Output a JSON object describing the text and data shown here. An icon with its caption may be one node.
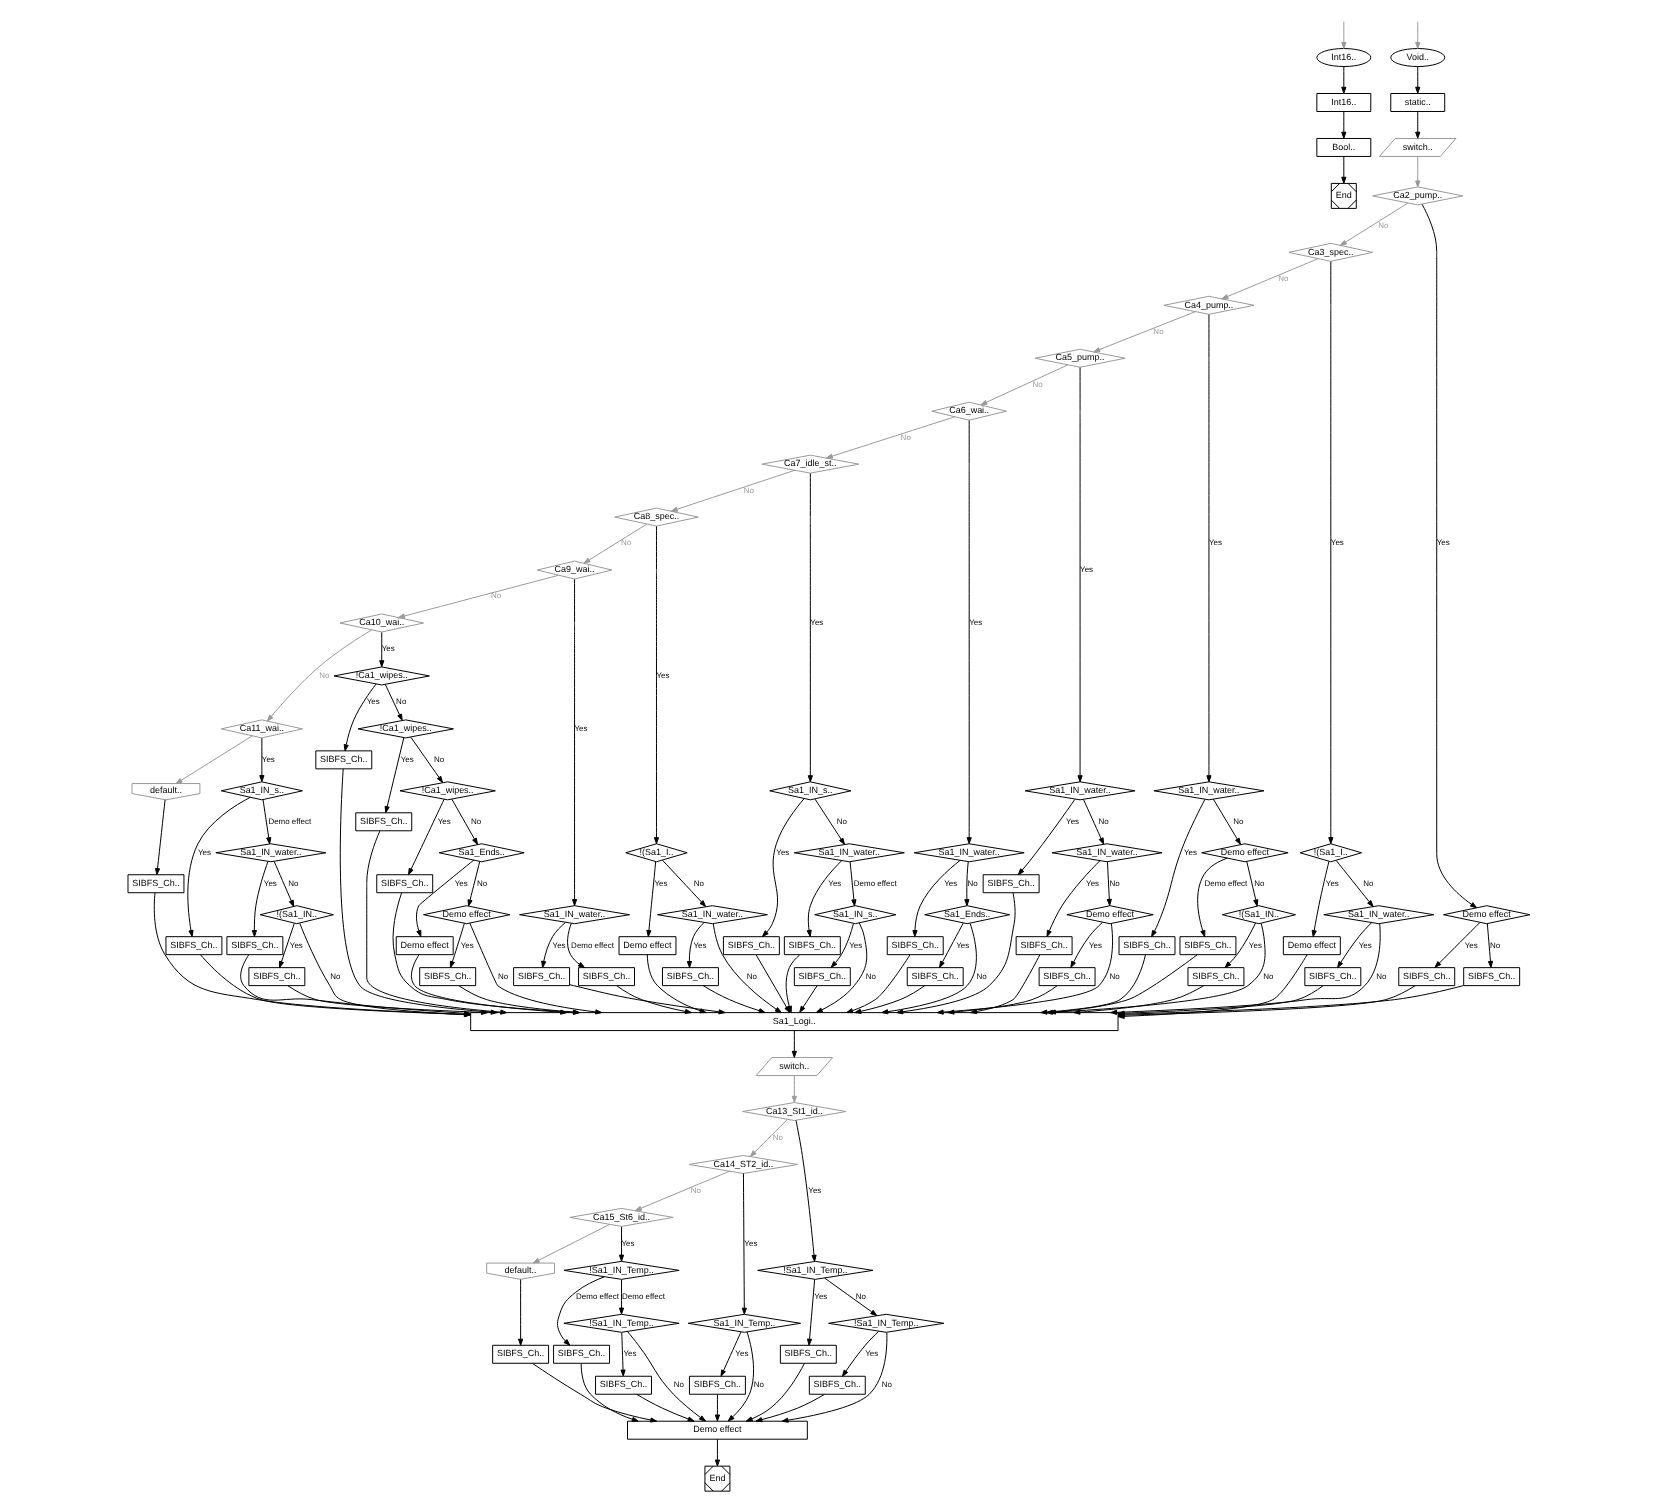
{
  "diagram": {
    "nodes": [
      {
        "text": [
          "Int16.."
        ]
      },
      {
        "text": [
          "Int16.."
        ]
      },
      {
        "text": [
          "Bool.."
        ]
      },
      {
        "text": [
          "End"
        ]
      },
      {
        "text": [
          "Void.."
        ]
      },
      {
        "text": [
          "static.."
        ]
      },
      {
        "text": [
          "switch.."
        ]
      },
      {
        "text": [
          "Ca2_pump.."
        ]
      },
      {
        "text": [
          "Ca3_spec.."
        ]
      },
      {
        "text": [
          "Ca4_pump.."
        ]
      },
      {
        "text": [
          "Ca5_pump.."
        ]
      },
      {
        "text": [
          "Ca6_wai.."
        ]
      },
      {
        "text": [
          "Ca7_idle_st.."
        ]
      },
      {
        "text": [
          "Ca8_spec.."
        ]
      },
      {
        "text": [
          "Ca9_wai.."
        ]
      },
      {
        "text": [
          "Ca10_wai.."
        ]
      },
      {
        "text": [
          "Ca11_wai.."
        ]
      },
      {
        "text": [
          "default.."
        ]
      },
      {
        "text": [
          "SIBFS_Ch.."
        ]
      },
      {
        "text": [
          "Sa1_IN_s.."
        ]
      },
      {
        "text": [
          "SIBFS_Ch.."
        ]
      },
      {
        "text": [
          "Sa1_IN_water.."
        ]
      },
      {
        "text": [
          "SIBFS_Ch.."
        ]
      },
      {
        "text": [
          "!(Sa1_IN.."
        ]
      },
      {
        "text": [
          "SIBFS_Ch.."
        ]
      },
      {
        "text": [
          "!Ca1_wipes.."
        ]
      },
      {
        "text": [
          "SIBFS_Ch.."
        ]
      },
      {
        "text": [
          "!Ca1_wipes.."
        ]
      },
      {
        "text": [
          "SIBFS_Ch.."
        ]
      },
      {
        "text": [
          "!Ca1_wipes.."
        ]
      },
      {
        "text": [
          "SIBFS_Ch.."
        ]
      },
      {
        "text": [
          "Sa1_Ends.."
        ]
      },
      {
        "text": [
          "Demo effect"
        ]
      },
      {
        "text": [
          "Demo effect"
        ]
      },
      {
        "text": [
          "SIBFS_Ch.."
        ]
      },
      {
        "text": [
          "Sa1_IN_water.."
        ]
      },
      {
        "text": [
          "SIBFS_Ch.."
        ]
      },
      {
        "text": [
          "SIBFS_Ch.."
        ]
      },
      {
        "text": [
          "!(Sa1_I.."
        ]
      },
      {
        "text": [
          "Demo effect"
        ]
      },
      {
        "text": [
          "Sa1_IN_water.."
        ]
      },
      {
        "text": [
          "SIBFS_Ch.."
        ]
      },
      {
        "text": [
          "Sa1_IN_s.."
        ]
      },
      {
        "text": [
          "SIBFS_Ch.."
        ]
      },
      {
        "text": [
          "Sa1_IN_water.."
        ]
      },
      {
        "text": [
          "SIBFS_Ch.."
        ]
      },
      {
        "text": [
          "Sa1_IN_s.."
        ]
      },
      {
        "text": [
          "SIBFS_Ch.."
        ]
      },
      {
        "text": [
          "Sa1_IN_water.."
        ]
      },
      {
        "text": [
          "SIBFS_Ch.."
        ]
      },
      {
        "text": [
          "Sa1_Ends.."
        ]
      },
      {
        "text": [
          "SIBFS_Ch.."
        ]
      },
      {
        "text": [
          "Sa1_IN_water.."
        ]
      },
      {
        "text": [
          "SIBFS_Ch.."
        ]
      },
      {
        "text": [
          "Sa1_IN_water.."
        ]
      },
      {
        "text": [
          "SIBFS_Ch.."
        ]
      },
      {
        "text": [
          "Demo effect"
        ]
      },
      {
        "text": [
          "SIBFS_Ch.."
        ]
      },
      {
        "text": [
          "Sa1_IN_water.."
        ]
      },
      {
        "text": [
          "SIBFS_Ch.."
        ]
      },
      {
        "text": [
          "Demo effect"
        ]
      },
      {
        "text": [
          "SIBFS_Ch.."
        ]
      },
      {
        "text": [
          "!(Sa1_IN.."
        ]
      },
      {
        "text": [
          "SIBFS_Ch.."
        ]
      },
      {
        "text": [
          "!(Sa1_I.."
        ]
      },
      {
        "text": [
          "Demo effect"
        ]
      },
      {
        "text": [
          "Sa1_IN_water.."
        ]
      },
      {
        "text": [
          "SIBFS_Ch.."
        ]
      },
      {
        "text": [
          "Demo effect"
        ]
      },
      {
        "text": [
          "SIBFS_Ch.."
        ]
      },
      {
        "text": [
          "SIBFS_Ch.."
        ]
      },
      {
        "text": [
          "Sa1_Logi.."
        ]
      },
      {
        "text": [
          "switch.."
        ]
      },
      {
        "text": [
          "Ca13_St1_id.."
        ]
      },
      {
        "text": [
          "Ca14_ST2_id.."
        ]
      },
      {
        "text": [
          "Ca15_St6_id.."
        ]
      },
      {
        "text": [
          "default.."
        ]
      },
      {
        "text": [
          "SIBFS_Ch.."
        ]
      },
      {
        "text": [
          "!Sa1_IN_Temp.."
        ]
      },
      {
        "text": [
          "SIBFS_Ch.."
        ]
      },
      {
        "text": [
          "!Sa1_IN_Temp.."
        ]
      },
      {
        "text": [
          "SIBFS_Ch.."
        ]
      },
      {
        "text": [
          "Sa1_IN_Temp.."
        ]
      },
      {
        "text": [
          "SIBFS_Ch.."
        ]
      },
      {
        "text": [
          "!Sa1_IN_Temp.."
        ]
      },
      {
        "text": [
          "SIBFS_Ch.."
        ]
      },
      {
        "text": [
          "!Sa1_IN_Temp.."
        ]
      },
      {
        "text": [
          "SIBFS_Ch.."
        ]
      },
      {
        "text": [
          "Demo effect"
        ]
      },
      {
        "text": [
          "End"
        ]
      }
    ],
    "edges": [
      {
        "from": null,
        "to": 0,
        "arrow": "to",
        "color": "#999999"
      },
      {
        "from": 0,
        "to": 1,
        "arrow": "to"
      },
      {
        "from": 1,
        "to": 2,
        "arrow": "to"
      },
      {
        "from": 2,
        "to": 3,
        "arrow": "to"
      },
      {
        "from": null,
        "to": 4,
        "arrow": "to",
        "color": "#999999"
      },
      {
        "from": 4,
        "to": 5,
        "arrow": "to"
      },
      {
        "from": 5,
        "to": 6,
        "arrow": "to"
      },
      {
        "from": 6,
        "to": 7,
        "arrow": "to",
        "color": "#999999"
      },
      {
        "from": 7,
        "to": 8,
        "arrow": "to",
        "label": "No",
        "color": "#999999"
      },
      {
        "from": 8,
        "to": 9,
        "arrow": "to",
        "label": "No",
        "color": "#999999"
      },
      {
        "from": 9,
        "to": 10,
        "arrow": "to",
        "label": "No",
        "color": "#999999"
      },
      {
        "from": 10,
        "to": 11,
        "arrow": "to",
        "label": "No",
        "color": "#999999"
      },
      {
        "from": 11,
        "to": 12,
        "arrow": "to",
        "label": "No",
        "color": "#999999"
      },
      {
        "from": 12,
        "to": 13,
        "arrow": "to",
        "label": "No",
        "color": "#999999"
      },
      {
        "from": 13,
        "to": 14,
        "arrow": "to",
        "label": "No",
        "color": "#999999"
      },
      {
        "from": 14,
        "to": 15,
        "arrow": "to",
        "label": "No",
        "color": "#999999"
      },
      {
        "from": 15,
        "to": 16,
        "arrow": "to",
        "label": "No",
        "color": "#999999"
      },
      {
        "from": 16,
        "to": 17,
        "arrow": "to",
        "color": "#999999"
      },
      {
        "from": 7,
        "to": 68,
        "arrow": "to",
        "label": "Yes"
      },
      {
        "from": 8,
        "to": 64,
        "arrow": "to",
        "label": "Yes"
      },
      {
        "from": 9,
        "to": 58,
        "arrow": "to",
        "label": "Yes"
      },
      {
        "from": 10,
        "to": 52,
        "arrow": "to",
        "label": "Yes"
      },
      {
        "from": 11,
        "to": 48,
        "arrow": "to",
        "label": "Yes"
      },
      {
        "from": 12,
        "to": 42,
        "arrow": "to",
        "label": "Yes"
      },
      {
        "from": 13,
        "to": 38,
        "arrow": "to",
        "label": "Yes"
      },
      {
        "from": 14,
        "to": 35,
        "arrow": "to",
        "label": "Yes"
      },
      {
        "from": 15,
        "to": 25,
        "arrow": "to",
        "label": "Yes"
      },
      {
        "from": 16,
        "to": 19,
        "arrow": "to",
        "label": "Yes"
      },
      {
        "from": 17,
        "to": 18,
        "arrow": "to"
      },
      {
        "from": 19,
        "to": 20,
        "arrow": "to",
        "label": "Yes"
      },
      {
        "from": 19,
        "to": 21,
        "arrow": "to",
        "label": "Demo effect"
      },
      {
        "from": 21,
        "to": 22,
        "arrow": "to",
        "label": "Yes"
      },
      {
        "from": 21,
        "to": 23,
        "arrow": "to",
        "label": "No"
      },
      {
        "from": 23,
        "to": 24,
        "arrow": "to",
        "label": "Yes"
      },
      {
        "from": 23,
        "to": 71,
        "arrow": "to",
        "label": "No"
      },
      {
        "from": 25,
        "to": 26,
        "arrow": "to",
        "label": "Yes"
      },
      {
        "from": 25,
        "to": 27,
        "arrow": "to",
        "label": "No"
      },
      {
        "from": 27,
        "to": 28,
        "arrow": "to",
        "label": "Yes"
      },
      {
        "from": 27,
        "to": 29,
        "arrow": "to",
        "label": "No"
      },
      {
        "from": 29,
        "to": 30,
        "arrow": "to",
        "label": "Yes"
      },
      {
        "from": 29,
        "to": 31,
        "arrow": "to",
        "label": "No"
      },
      {
        "from": 31,
        "to": 32,
        "arrow": "to",
        "label": "Yes"
      },
      {
        "from": 31,
        "to": 33,
        "arrow": "to",
        "label": "No"
      },
      {
        "from": 33,
        "to": 34,
        "arrow": "to",
        "label": "Yes"
      },
      {
        "from": 33,
        "to": 71,
        "arrow": "to",
        "label": "No"
      },
      {
        "from": 35,
        "to": 36,
        "arrow": "to",
        "label": "Yes"
      },
      {
        "from": 35,
        "to": 37,
        "arrow": "to",
        "label": "Demo effect"
      },
      {
        "from": 38,
        "to": 39,
        "arrow": "to",
        "label": "Yes"
      },
      {
        "from": 38,
        "to": 40,
        "arrow": "to",
        "label": "No"
      },
      {
        "from": 40,
        "to": 41,
        "arrow": "to",
        "label": "Yes"
      },
      {
        "from": 40,
        "to": 71,
        "arrow": "to",
        "label": "No"
      },
      {
        "from": 42,
        "to": 43,
        "arrow": "to",
        "label": "Yes"
      },
      {
        "from": 42,
        "to": 44,
        "arrow": "to",
        "label": "No"
      },
      {
        "from": 44,
        "to": 45,
        "arrow": "to",
        "label": "Yes"
      },
      {
        "from": 44,
        "to": 46,
        "arrow": "to",
        "label": "Demo effect"
      },
      {
        "from": 46,
        "to": 47,
        "arrow": "to",
        "label": "Yes"
      },
      {
        "from": 46,
        "to": 71,
        "arrow": "to",
        "label": "No"
      },
      {
        "from": 48,
        "to": 49,
        "arrow": "to",
        "label": "Yes"
      },
      {
        "from": 48,
        "to": 50,
        "arrow": "to",
        "label": "No"
      },
      {
        "from": 50,
        "to": 51,
        "arrow": "to",
        "label": "Yes"
      },
      {
        "from": 50,
        "to": 71,
        "arrow": "to",
        "label": "No"
      },
      {
        "from": 52,
        "to": 53,
        "arrow": "to",
        "label": "Yes"
      },
      {
        "from": 52,
        "to": 54,
        "arrow": "to",
        "label": "No"
      },
      {
        "from": 54,
        "to": 55,
        "arrow": "to",
        "label": "Yes"
      },
      {
        "from": 54,
        "to": 56,
        "arrow": "to",
        "label": "No"
      },
      {
        "from": 56,
        "to": 57,
        "arrow": "to",
        "label": "Yes"
      },
      {
        "from": 56,
        "to": 71,
        "arrow": "to",
        "label": "No"
      },
      {
        "from": 58,
        "to": 59,
        "arrow": "to",
        "label": "Yes"
      },
      {
        "from": 58,
        "to": 60,
        "arrow": "to",
        "label": "No"
      },
      {
        "from": 60,
        "to": 61,
        "arrow": "to",
        "label": "Demo effect"
      },
      {
        "from": 60,
        "to": 62,
        "arrow": "to",
        "label": "No"
      },
      {
        "from": 62,
        "to": 63,
        "arrow": "to",
        "label": "Yes"
      },
      {
        "from": 62,
        "to": 71,
        "arrow": "to",
        "label": "No"
      },
      {
        "from": 64,
        "to": 65,
        "arrow": "to",
        "label": "Yes"
      },
      {
        "from": 64,
        "to": 66,
        "arrow": "to",
        "label": "No"
      },
      {
        "from": 66,
        "to": 67,
        "arrow": "to",
        "label": "Yes"
      },
      {
        "from": 66,
        "to": 71,
        "arrow": "to",
        "label": "No"
      },
      {
        "from": 68,
        "to": 69,
        "arrow": "to",
        "label": "Yes"
      },
      {
        "from": 68,
        "to": 70,
        "arrow": "to",
        "label": "No"
      },
      {
        "from": 18,
        "to": 71,
        "arrow": "to"
      },
      {
        "from": 20,
        "to": 71,
        "arrow": "to"
      },
      {
        "from": 22,
        "to": 71,
        "arrow": "to"
      },
      {
        "from": 24,
        "to": 71,
        "arrow": "to"
      },
      {
        "from": 26,
        "to": 71,
        "arrow": "to"
      },
      {
        "from": 28,
        "to": 71,
        "arrow": "to"
      },
      {
        "from": 30,
        "to": 71,
        "arrow": "to"
      },
      {
        "from": 32,
        "to": 71,
        "arrow": "to"
      },
      {
        "from": 34,
        "to": 71,
        "arrow": "to"
      },
      {
        "from": 36,
        "to": 71,
        "arrow": "to"
      },
      {
        "from": 37,
        "to": 71,
        "arrow": "to"
      },
      {
        "from": 39,
        "to": 71,
        "arrow": "to"
      },
      {
        "from": 41,
        "to": 71,
        "arrow": "to"
      },
      {
        "from": 43,
        "to": 71,
        "arrow": "to"
      },
      {
        "from": 45,
        "to": 71,
        "arrow": "to"
      },
      {
        "from": 47,
        "to": 71,
        "arrow": "to"
      },
      {
        "from": 49,
        "to": 71,
        "arrow": "to"
      },
      {
        "from": 51,
        "to": 71,
        "arrow": "to"
      },
      {
        "from": 53,
        "to": 71,
        "arrow": "to"
      },
      {
        "from": 55,
        "to": 71,
        "arrow": "to"
      },
      {
        "from": 57,
        "to": 71,
        "arrow": "to"
      },
      {
        "from": 59,
        "to": 71,
        "arrow": "to"
      },
      {
        "from": 61,
        "to": 71,
        "arrow": "to"
      },
      {
        "from": 63,
        "to": 71,
        "arrow": "to"
      },
      {
        "from": 65,
        "to": 71,
        "arrow": "to"
      },
      {
        "from": 67,
        "to": 71,
        "arrow": "to"
      },
      {
        "from": 69,
        "to": 71,
        "arrow": "to"
      },
      {
        "from": 70,
        "to": 71,
        "arrow": "to"
      },
      {
        "from": 71,
        "to": 72,
        "arrow": "to"
      },
      {
        "from": 72,
        "to": 73,
        "arrow": "to",
        "color": "#999999"
      },
      {
        "from": 73,
        "to": 74,
        "arrow": "to",
        "label": "No",
        "color": "#999999"
      },
      {
        "from": 74,
        "to": 75,
        "arrow": "to",
        "label": "No",
        "color": "#999999"
      },
      {
        "from": 75,
        "to": 76,
        "arrow": "to",
        "color": "#999999"
      },
      {
        "from": 73,
        "to": 84,
        "arrow": "to",
        "label": "Yes"
      },
      {
        "from": 74,
        "to": 82,
        "arrow": "to",
        "label": "Yes"
      },
      {
        "from": 75,
        "to": 78,
        "arrow": "to",
        "label": "Yes"
      },
      {
        "from": 76,
        "to": 77,
        "arrow": "to"
      },
      {
        "from": 78,
        "to": 79,
        "arrow": "to",
        "label": "Demo effect"
      },
      {
        "from": 78,
        "to": 80,
        "arrow": "to",
        "label": "Demo effect"
      },
      {
        "from": 80,
        "to": 88,
        "arrow": "to",
        "label": "No"
      },
      {
        "from": 80,
        "to": 81,
        "arrow": "to",
        "label": "Yes"
      },
      {
        "from": 82,
        "to": 88,
        "arrow": "to",
        "label": "No"
      },
      {
        "from": 82,
        "to": 83,
        "arrow": "to",
        "label": "Yes"
      },
      {
        "from": 84,
        "to": 85,
        "arrow": "to",
        "label": "Yes"
      },
      {
        "from": 84,
        "to": 86,
        "arrow": "to",
        "label": "No"
      },
      {
        "from": 86,
        "to": 88,
        "arrow": "to",
        "label": "No"
      },
      {
        "from": 86,
        "to": 87,
        "arrow": "to",
        "label": "Yes"
      },
      {
        "from": 77,
        "to": 88,
        "arrow": "to"
      },
      {
        "from": 79,
        "to": 88,
        "arrow": "to"
      },
      {
        "from": 81,
        "to": 88,
        "arrow": "to"
      },
      {
        "from": 83,
        "to": 88,
        "arrow": "to"
      },
      {
        "from": 85,
        "to": 88,
        "arrow": "to"
      },
      {
        "from": 87,
        "to": 88,
        "arrow": "to"
      },
      {
        "from": 88,
        "to": 89,
        "arrow": "to"
      }
    ]
  }
}
